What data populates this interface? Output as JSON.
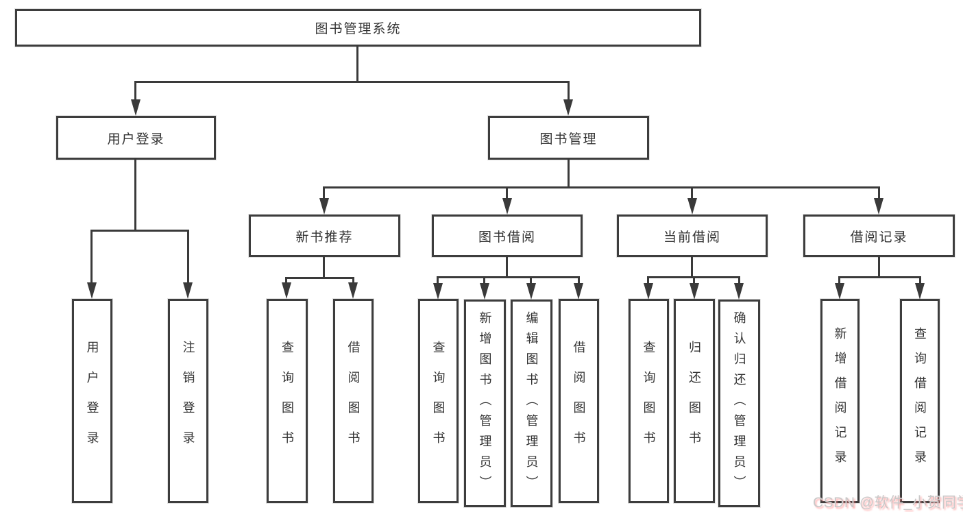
{
  "tree": {
    "root": "图书管理系统",
    "branches": [
      {
        "label": "用户登录",
        "children": [
          "用户登录",
          "注销登录"
        ]
      },
      {
        "label": "图书管理",
        "children": [
          {
            "label": "新书推荐",
            "children": [
              "查询图书",
              "借阅图书"
            ]
          },
          {
            "label": "图书借阅",
            "children": [
              "查询图书",
              "新增图书（管理员）",
              "编辑图书（管理员）",
              "借阅图书"
            ]
          },
          {
            "label": "当前借阅",
            "children": [
              "查询图书",
              "归还图书",
              "确认归还（管理员）"
            ]
          },
          {
            "label": "借阅记录",
            "children": [
              "新增借阅记录",
              "查询借阅记录"
            ]
          }
        ]
      }
    ]
  },
  "watermark": "CSDN @软件_小贺同学",
  "colors": {
    "line": "#3a3a3a",
    "border": "#3d3d3d",
    "text": "#333333",
    "background": "#ffffff"
  }
}
